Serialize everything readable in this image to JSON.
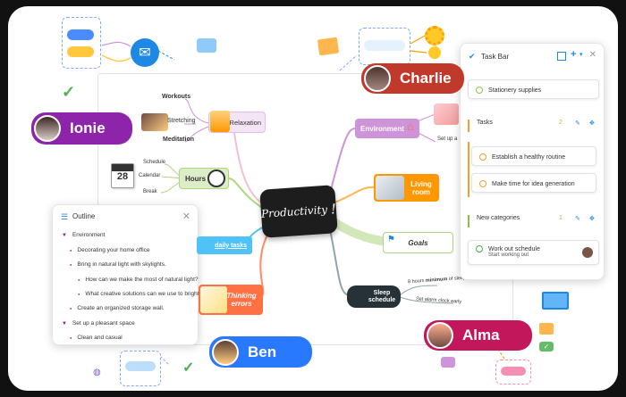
{
  "central": {
    "label": "Productivity",
    "mark": "!"
  },
  "branches": {
    "relaxation": "Relaxation",
    "workouts": "Workouts",
    "stretching": "Stretching",
    "meditation": "Meditation",
    "hours": "Hours",
    "schedule": "Schedule",
    "calendar": "Calendar",
    "break": "Break",
    "daily_tasks": "daily tasks",
    "thinking_errors": "Thinking errors",
    "environment": "Environment",
    "set_up": "Set up a",
    "living_room": "Living room",
    "goals": "Goals",
    "sleep_schedule": "Sleep schedule",
    "sleep_note_1": "8 hours ",
    "sleep_note_1_bold": "minimum",
    "sleep_note_1_tail": " of sleep",
    "sleep_note_2": "Set alarm clock early",
    "calendar_num": "28"
  },
  "users": {
    "charlie": "Charlie",
    "ionie": "Ionie",
    "ben": "Ben",
    "alma": "Alma"
  },
  "outline": {
    "title": "Outline",
    "rows": [
      {
        "text": "Environment",
        "level": 0
      },
      {
        "text": "Decorating your home office",
        "level": 1
      },
      {
        "text": "Bring in natural light with skylights.",
        "level": 1
      },
      {
        "text": "How can we make the most of natural light?",
        "level": 2
      },
      {
        "text": "What creative solutions can we use to bright...",
        "level": 2
      },
      {
        "text": "Create an organized storage wall.",
        "level": 1
      },
      {
        "text": "Set up a pleasant space",
        "level": 0
      },
      {
        "text": "Clean and casual",
        "level": 1
      }
    ]
  },
  "taskbar": {
    "title": "Task Bar",
    "stationery": "Stationery supplies",
    "tasks_label": "Tasks",
    "tasks_count": "2",
    "task1": "Establish a healthy routine",
    "task2": "Make time for idea generation",
    "new_categories": "New categories",
    "new_count": "1",
    "task3": "Work out schedule",
    "task3_sub": "Start working out"
  },
  "colors": {
    "charlie": "#c0392b",
    "ionie": "#8e24aa",
    "ben": "#2979ff",
    "alma": "#c2185b",
    "relaxation": "#e1bee7",
    "hours": "#c5e1a5",
    "daily": "#4fc3f7",
    "thinking": "#ff7043",
    "environment": "#ce93d8",
    "living": "#ff9800",
    "goals": "#8bc34a"
  }
}
